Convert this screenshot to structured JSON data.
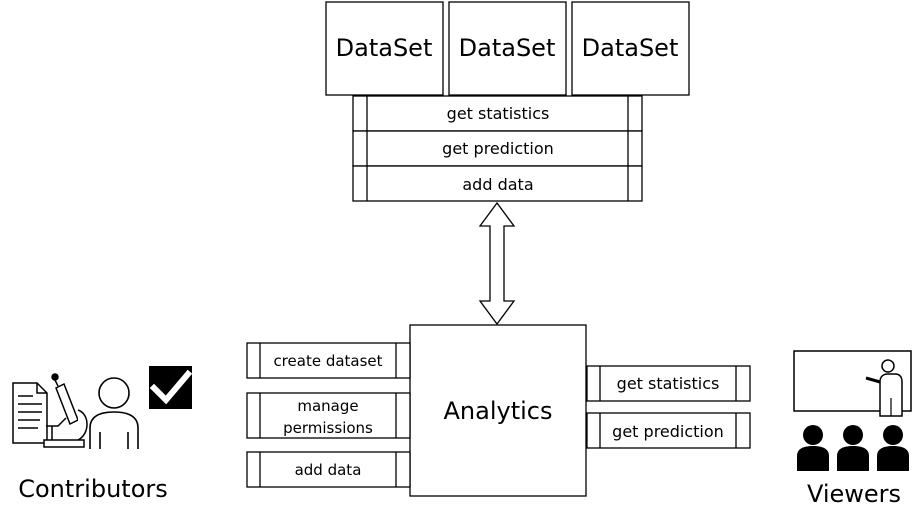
{
  "datasets": [
    "DataSet",
    "DataSet",
    "DataSet"
  ],
  "dataset_operations": [
    "get statistics",
    "get prediction",
    "add data"
  ],
  "analytics": {
    "label": "Analytics",
    "left_operations": [
      "create dataset",
      [
        "manage",
        "permissions"
      ],
      "add data"
    ],
    "right_operations": [
      "get statistics",
      "get prediction"
    ]
  },
  "actors": {
    "contributors": "Contributors",
    "viewers": "Viewers"
  },
  "icons": {
    "contributors": [
      "document-icon",
      "microscope-icon",
      "person-icon",
      "checkmark-icon"
    ],
    "viewers": [
      "presentation-board-icon",
      "audience-icon"
    ]
  }
}
